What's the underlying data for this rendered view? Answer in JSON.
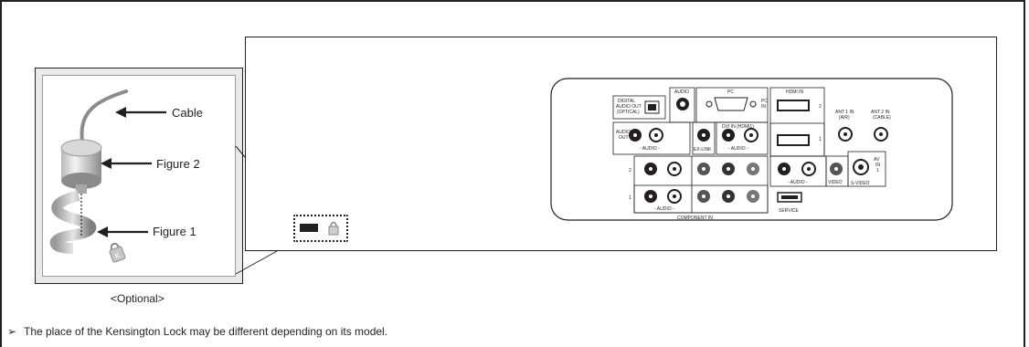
{
  "inset": {
    "labels": {
      "cable": "Cable",
      "figure2": "Figure 2",
      "figure1": "Figure 1"
    },
    "optional_label": "<Optional>"
  },
  "note": {
    "arrow": "➢",
    "text": "The place of the  Kensington Lock may be different depending on its model."
  },
  "back_panel": {
    "labels": {
      "digital_audio_out": [
        "DIGITAL",
        "AUDIO OUT",
        "(OPTICAL)"
      ],
      "audio": "AUDIO",
      "pc": "PC",
      "pc_in": [
        "PC",
        "IN"
      ],
      "hdmi_in": "HDMI IN",
      "ant1_in": [
        "ANT 1 IN",
        "(AIR)"
      ],
      "ant2_in": [
        "ANT 2 IN",
        "(CABLE)"
      ],
      "audio_out": [
        "AUDIO",
        "OUT"
      ],
      "ex_link": "EX-LINK",
      "dvi_in": "DVI IN (HDMI1)",
      "audio_rl": "- AUDIO -",
      "video": "VIDEO",
      "s_video": "S-VIDEO",
      "av_in": [
        "AV",
        "IN",
        "1"
      ],
      "service": "SERVICE",
      "component_in": "COMPONENT IN",
      "row2": "2",
      "row1": "1",
      "hdmi2": "2",
      "hdmi1": "1"
    }
  },
  "colors": {
    "line": "#231f20",
    "inset_bg": "#e9e9e9"
  }
}
